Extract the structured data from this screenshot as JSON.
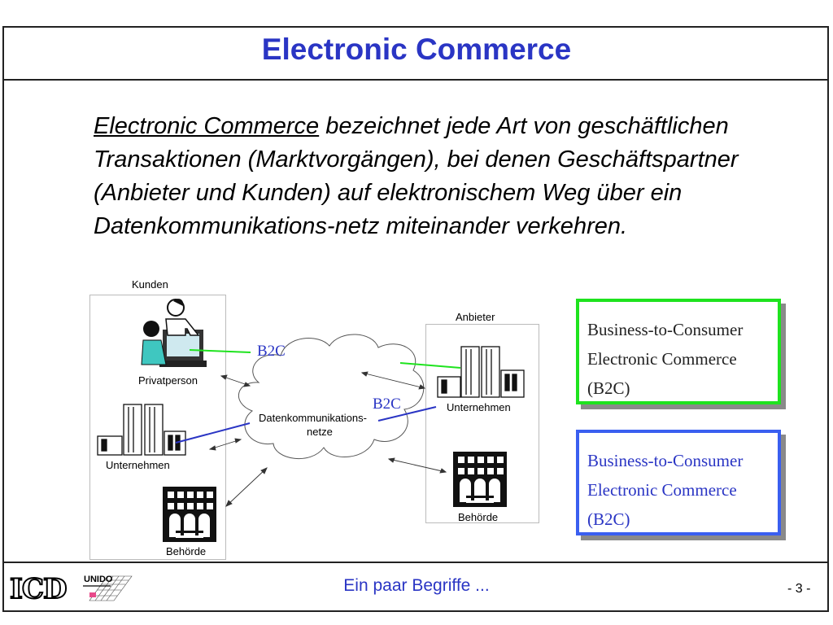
{
  "slide": {
    "title": "Electronic Commerce",
    "definition_term": "Electronic Commerce",
    "definition_rest": " bezeichnet jede Art von geschäftlichen Transaktionen (Marktvorgängen), bei denen Geschäftspartner (Anbieter und Kunden) auf elektronischem Weg über ein Datenkommunikations-netz miteinander verkehren."
  },
  "diagram": {
    "kunden": {
      "heading": "Kunden",
      "privatperson": "Privatperson",
      "unternehmen": "Unternehmen",
      "behoerde": "Behörde"
    },
    "anbieter": {
      "heading": "Anbieter",
      "unternehmen": "Unternehmen",
      "behoerde": "Behörde"
    },
    "network": {
      "line1": "Datenkommunikations-",
      "line2": "netze"
    },
    "b2c_label_top": "B2C",
    "b2c_label_mid": "B2C"
  },
  "boxes": [
    {
      "line1": "Business-to-Consumer",
      "line2": "Electronic Commerce",
      "line3": "(B2C)",
      "border_color": "#1ee31e"
    },
    {
      "line1": "Business-to-Consumer",
      "line2": "Electronic Commerce",
      "line3": "(B2C)",
      "border_color": "#3a5ff0"
    }
  ],
  "footer": {
    "center_text": "Ein paar Begriffe ...",
    "page_number": "- 3 -",
    "logo_left": "ICD",
    "logo_right": "UNIDO"
  },
  "colors": {
    "title_blue": "#2a35c4",
    "green": "#1ee31e",
    "blue": "#3a5ff0"
  }
}
